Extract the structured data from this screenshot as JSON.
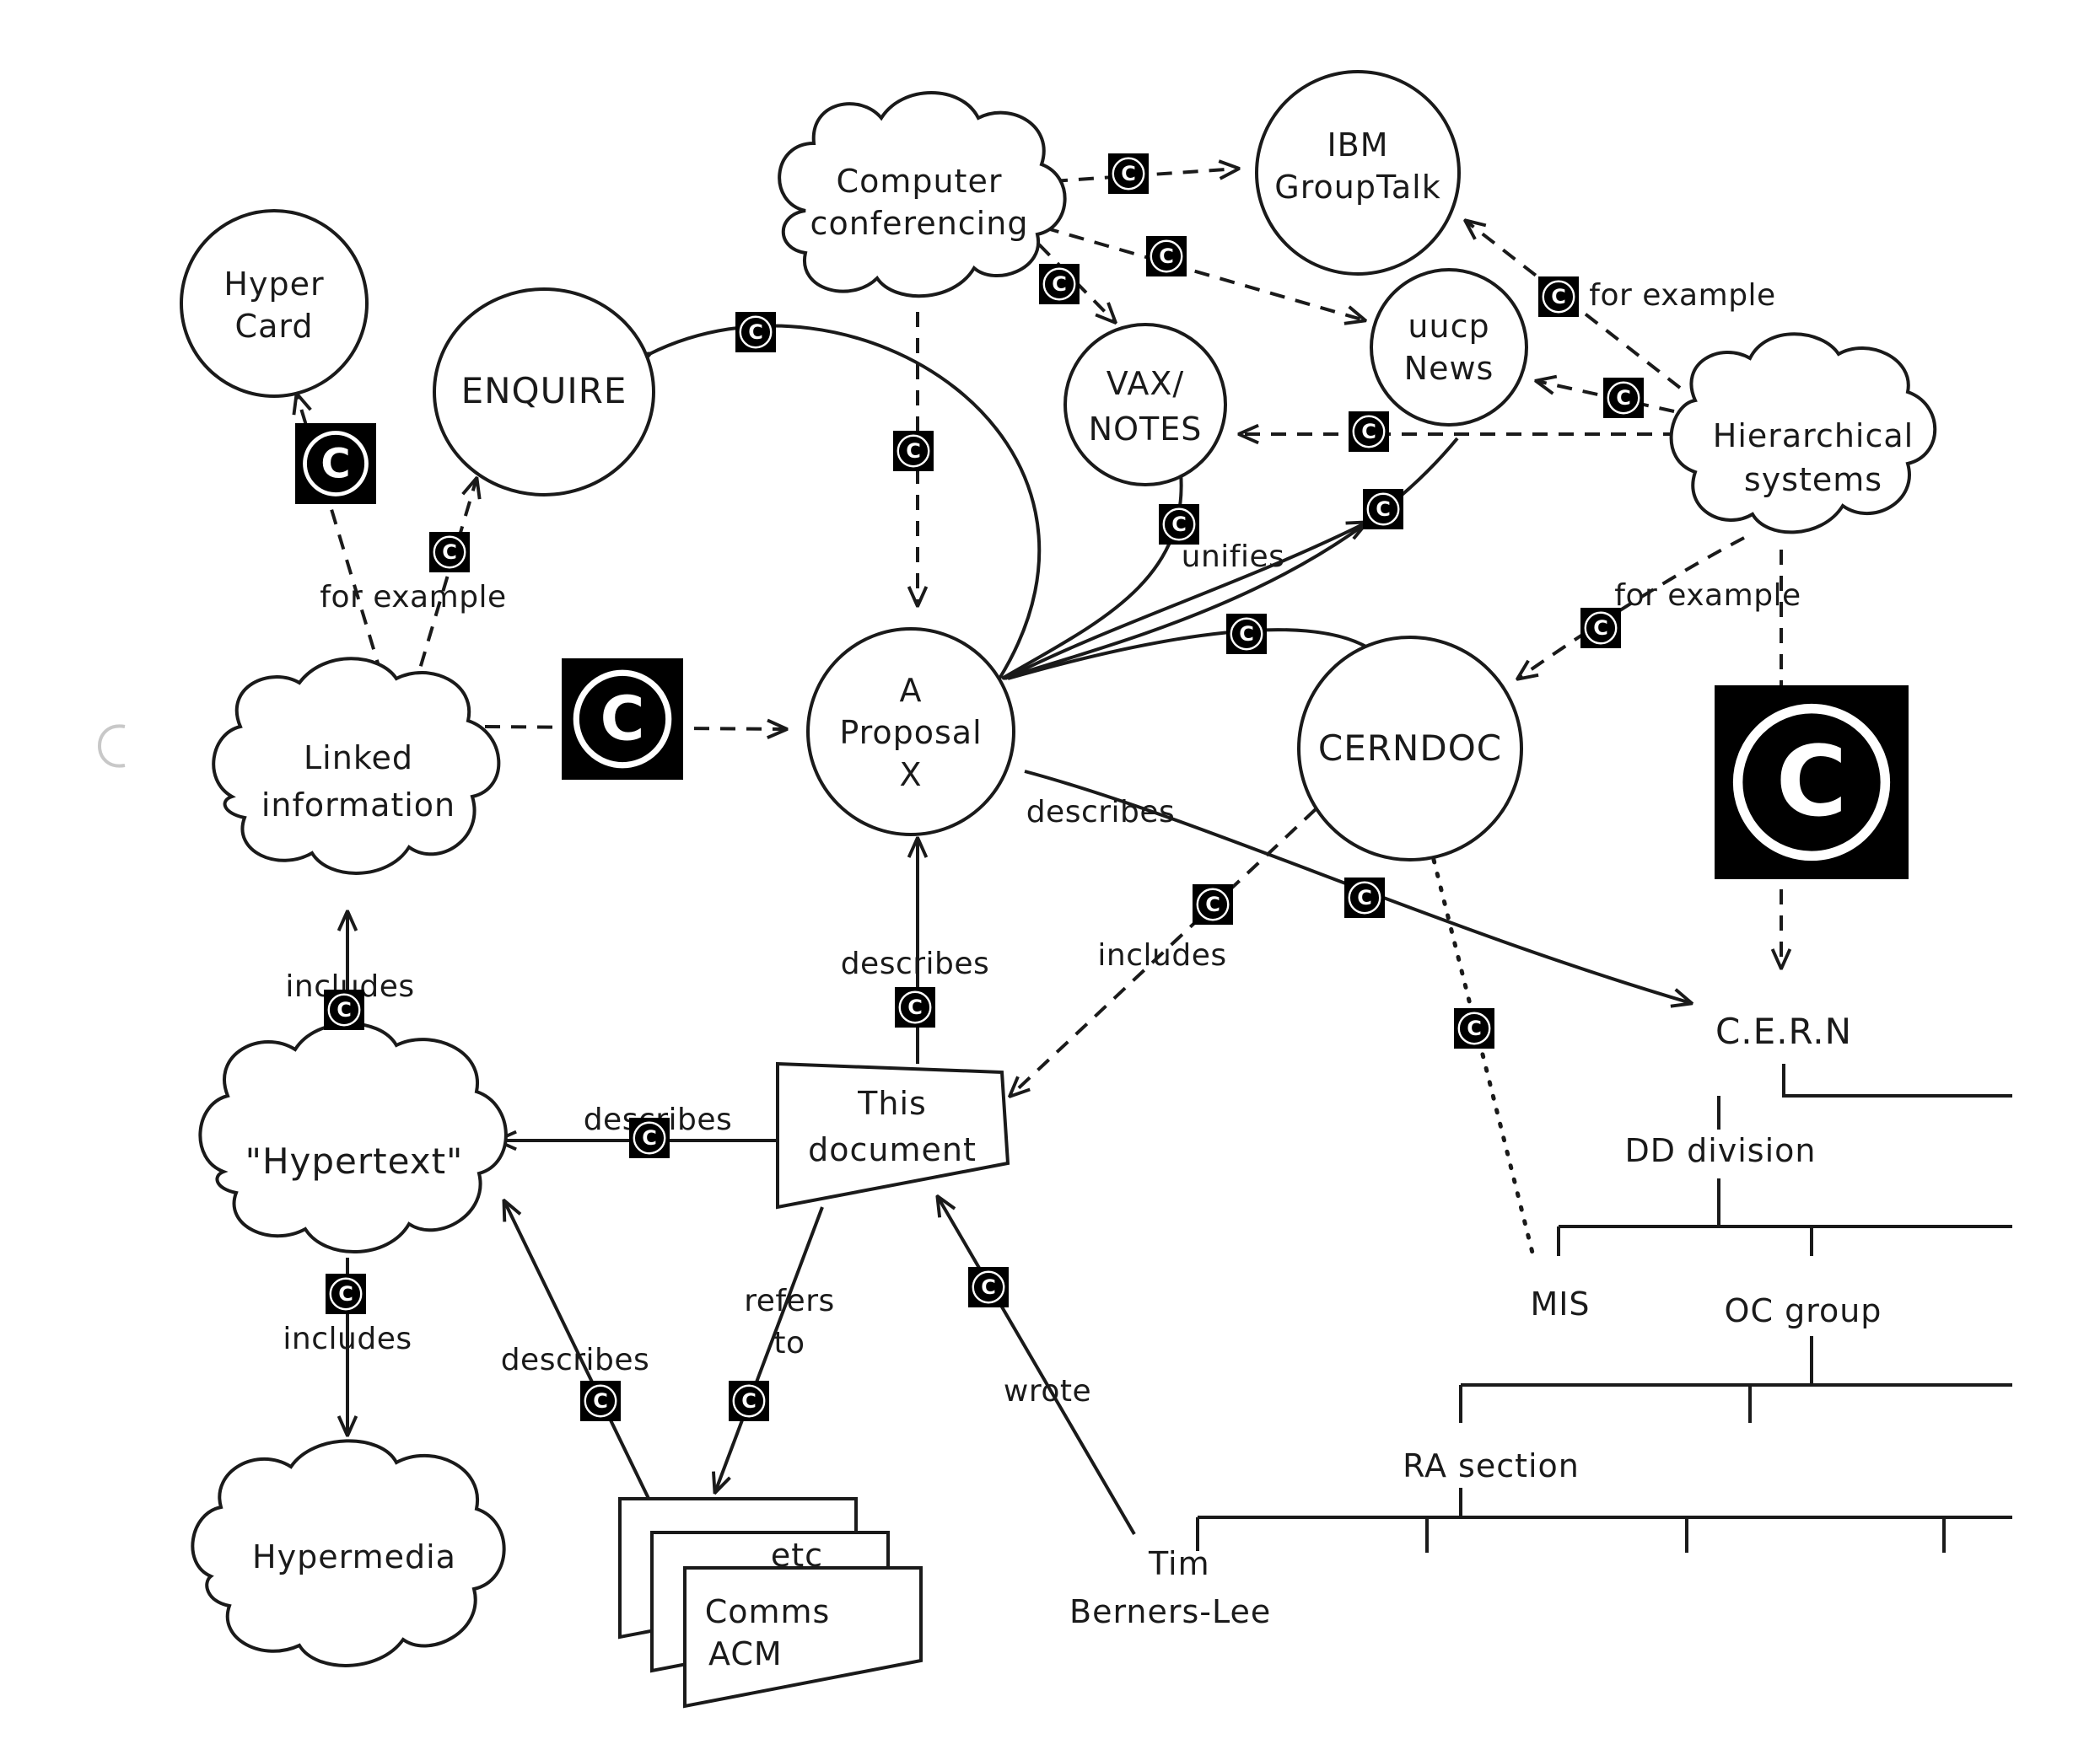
{
  "nodes": {
    "hypercard": [
      "Hyper",
      "Card"
    ],
    "enquire": [
      "ENQUIRE"
    ],
    "computer_conferencing": [
      "Computer",
      "conferencing"
    ],
    "ibm_grouptalk": [
      "IBM",
      "GroupTalk"
    ],
    "vax_notes": [
      "VAX/",
      "NOTES"
    ],
    "uucp_news": [
      "uucp",
      "News"
    ],
    "hierarchical_systems": [
      "Hierarchical",
      "systems"
    ],
    "linked_information": [
      "Linked",
      "information"
    ],
    "proposal": [
      "A",
      "Proposal",
      "X"
    ],
    "cerndoc": [
      "CERNDOC"
    ],
    "hypertext": [
      "\"Hypertext\""
    ],
    "this_document": [
      "This",
      "document"
    ],
    "hypermedia": [
      "Hypermedia"
    ],
    "comms_acm": [
      "Comms",
      "ACM"
    ],
    "etc": "etc",
    "tim": [
      "Tim",
      "Berners-Lee"
    ]
  },
  "edge_labels": {
    "for_example_linked": "for example",
    "for_example_hier_top": "for example",
    "for_example_hier_bottom": "for example",
    "unifies": "unifies",
    "describes_proposal_cern": "describes",
    "describes_doc_proposal": "describes",
    "includes_cerndoc": "includes",
    "includes_linked": "includes",
    "describes_doc_hypertext": "describes",
    "includes_hypertext": "includes",
    "refers_to": [
      "refers",
      "to"
    ],
    "describes_comms": "describes",
    "wrote": "wrote"
  },
  "org_tree": {
    "root": "C.E.R.N",
    "division": "DD division",
    "mis": "MIS",
    "group": "OC group",
    "section": "RA section"
  },
  "copyright_symbol": "©",
  "colors": {
    "ink": "#1a1a1a",
    "paper": "#ffffff",
    "mark": "#000000"
  }
}
